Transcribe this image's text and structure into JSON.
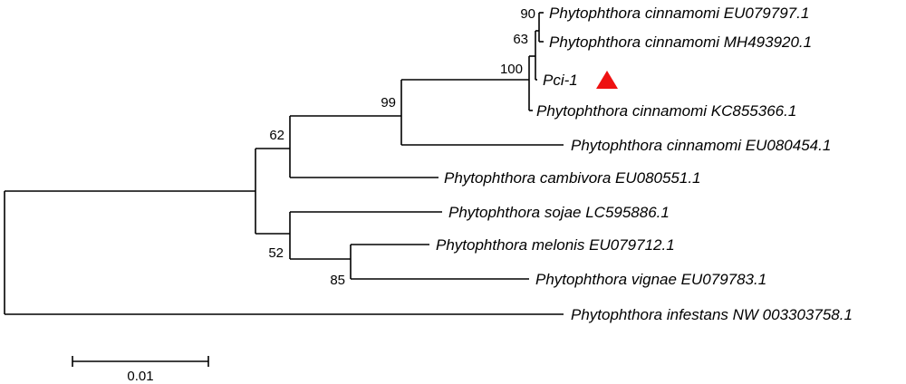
{
  "tree": {
    "taxa": [
      {
        "id": "t1",
        "label": "Phytophthora cinnamomi EU079797.1"
      },
      {
        "id": "t2",
        "label": "Phytophthora cinnamomi MH493920.1"
      },
      {
        "id": "t3",
        "label": "Pci-1",
        "marker": "red-triangle"
      },
      {
        "id": "t4",
        "label": "Phytophthora cinnamomi KC855366.1"
      },
      {
        "id": "t5",
        "label": "Phytophthora cinnamomi EU080454.1"
      },
      {
        "id": "t6",
        "label": "Phytophthora cambivora EU080551.1"
      },
      {
        "id": "t7",
        "label": "Phytophthora sojae LC595886.1"
      },
      {
        "id": "t8",
        "label": "Phytophthora melonis EU079712.1"
      },
      {
        "id": "t9",
        "label": "Phytophthora vignae EU079783.1"
      },
      {
        "id": "t10",
        "label": "Phytophthora infestans NW 003303758.1"
      }
    ],
    "bootstrap": [
      "90",
      "63",
      "100",
      "99",
      "62",
      "52",
      "85"
    ],
    "scale_bar": {
      "label": "0.01",
      "length": 0.01
    },
    "marker_color": "#ee1111"
  }
}
